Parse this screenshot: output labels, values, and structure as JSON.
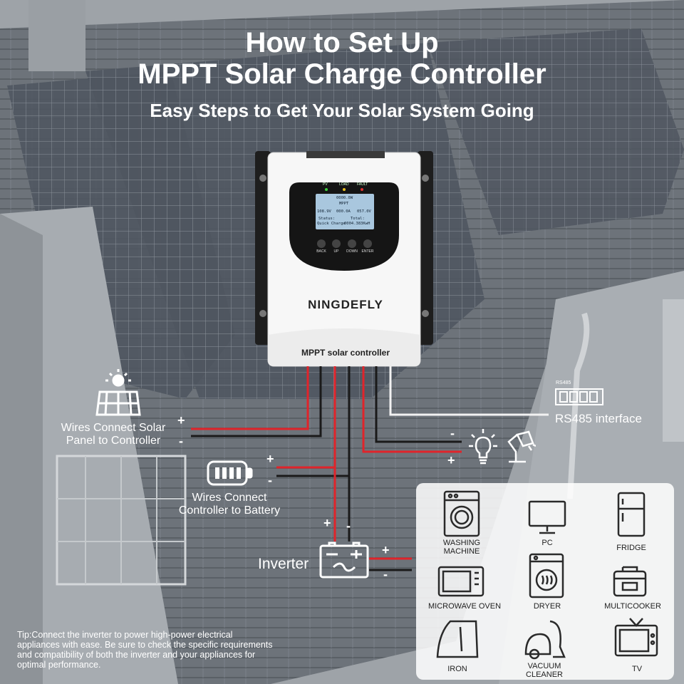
{
  "header": {
    "title_line1": "How to Set Up",
    "title_line2": "MPPT Solar Charge Controller",
    "subtitle": "Easy Steps to Get Your Solar System Going"
  },
  "controller": {
    "brand": "NINGDEFLY",
    "model_label": "MPPT solar controller",
    "indicators": [
      "PV",
      "LOAD",
      "FAULT"
    ],
    "buttons": [
      "BACK",
      "UP",
      "DOWN",
      "ENTER"
    ],
    "lcd": {
      "top_value": "0000.0W",
      "mode": "MPPT",
      "left_value": "108.9V",
      "center_value": "000.0A",
      "right_value": "057.0V",
      "status_label": "Status:",
      "status_value": "Quick Charge",
      "total_label": "Total:",
      "total_value": "0004.383KwH"
    }
  },
  "connections": {
    "solar_label": "Wires Connect Solar\nPanel to Controller",
    "battery_label": "Wires Connect\nController to Battery",
    "inverter_label": "Inverter",
    "rs485_label": "RS485 interface",
    "rs485_tag": "RS485",
    "plus": "+",
    "minus": "-",
    "wire_red": "#e0242b",
    "wire_black": "#1a1a1a",
    "wire_white": "#f2f2f2"
  },
  "appliances": [
    {
      "name": "WASHING\nMACHINE",
      "icon": "washing-machine-icon"
    },
    {
      "name": "PC",
      "icon": "pc-icon"
    },
    {
      "name": "FRIDGE",
      "icon": "fridge-icon"
    },
    {
      "name": "MICROWAVE OVEN",
      "icon": "microwave-icon"
    },
    {
      "name": "DRYER",
      "icon": "dryer-icon"
    },
    {
      "name": "MULTICOOKER",
      "icon": "multicooker-icon"
    },
    {
      "name": "IRON",
      "icon": "iron-icon"
    },
    {
      "name": "VACUUM\nCLEANER",
      "icon": "vacuum-cleaner-icon"
    },
    {
      "name": "TV",
      "icon": "tv-icon"
    }
  ],
  "tip": "Tip:Connect the inverter to power high-power electrical appliances with ease. Be sure to check the specific requirements and compatibility of both the inverter and your appliances for optimal performance."
}
